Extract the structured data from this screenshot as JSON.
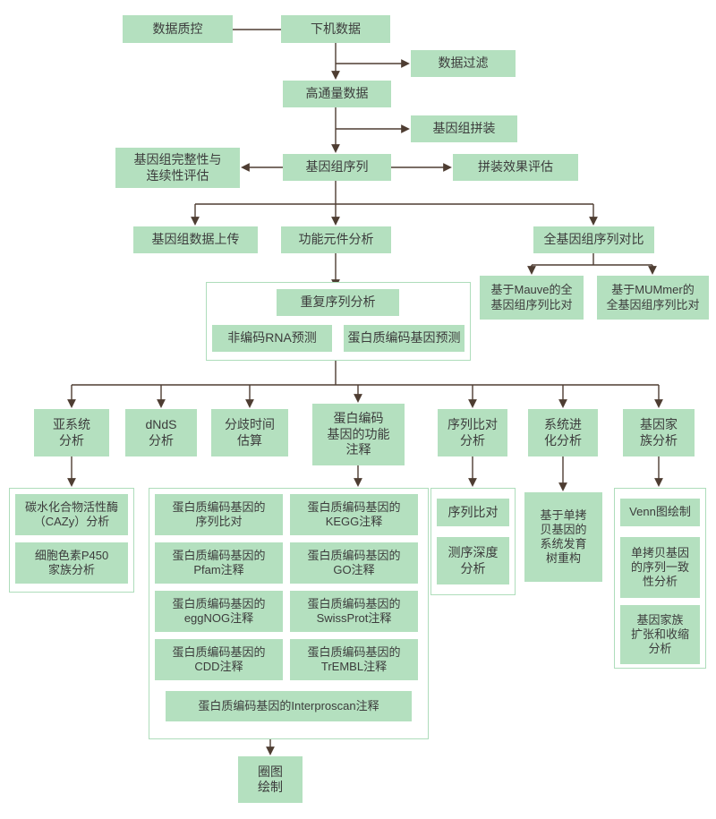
{
  "nodes": {
    "qc": "数据质控",
    "raw": "下机数据",
    "filter": "数据过滤",
    "htdata": "高通量数据",
    "assembly": "基因组拼装",
    "completeness": "基因组完整性与\n连续性评估",
    "genomeSeq": "基因组序列",
    "assemblyEval": "拼装效果评估",
    "upload": "基因组数据上传",
    "funcElements": "功能元件分析",
    "wholeCompare": "全基因组序列对比",
    "mauve": "基于Mauve的全\n基因组序列比对",
    "mummer": "基于MUMmer的\n全基因组序列比对",
    "repeat": "重复序列分析",
    "ncrna": "非编码RNA预测",
    "proteinPred": "蛋白质编码基因预测",
    "subsystem": "亚系统\n分析",
    "dnds": "dNdS\n分析",
    "divergence": "分歧时间\n估算",
    "funcAnnot": "蛋白编码\n基因的功能\n注释",
    "seqAlignAnalysis": "序列比对\n分析",
    "phylo": "系统进\n化分析",
    "geneFamily": "基因家\n族分析",
    "cazy": "碳水化合物活性酶\n（CAZy）分析",
    "p450": "细胞色素P450\n家族分析",
    "annotSeqAlign": "蛋白质编码基因的\n序列比对",
    "kegg": "蛋白质编码基因的\nKEGG注释",
    "pfam": "蛋白质编码基因的\nPfam注释",
    "go": "蛋白质编码基因的\nGO注释",
    "eggnog": "蛋白质编码基因的\neggNOG注释",
    "swissprot": "蛋白质编码基因的\nSwissProt注释",
    "cdd": "蛋白质编码基因的\nCDD注释",
    "trembl": "蛋白质编码基因的\nTrEMBL注释",
    "interproscan": "蛋白质编码基因的Interproscan注释",
    "circos": "圈图\n绘制",
    "seqAlign": "序列比对",
    "seqDepth": "测序深度\n分析",
    "treeRecon": "基于单拷\n贝基因的\n系统发育\n树重构",
    "venn": "Venn图绘制",
    "singleCopy": "单拷贝基因\n的序列一致\n性分析",
    "expansion": "基因家族\n扩张和收缩\n分析"
  },
  "colors": {
    "node_fill": "#b4e0bf",
    "group_border": "#aeddbb",
    "connector": "#4e3d32",
    "text": "#3c3c3c",
    "background": "#ffffff"
  }
}
